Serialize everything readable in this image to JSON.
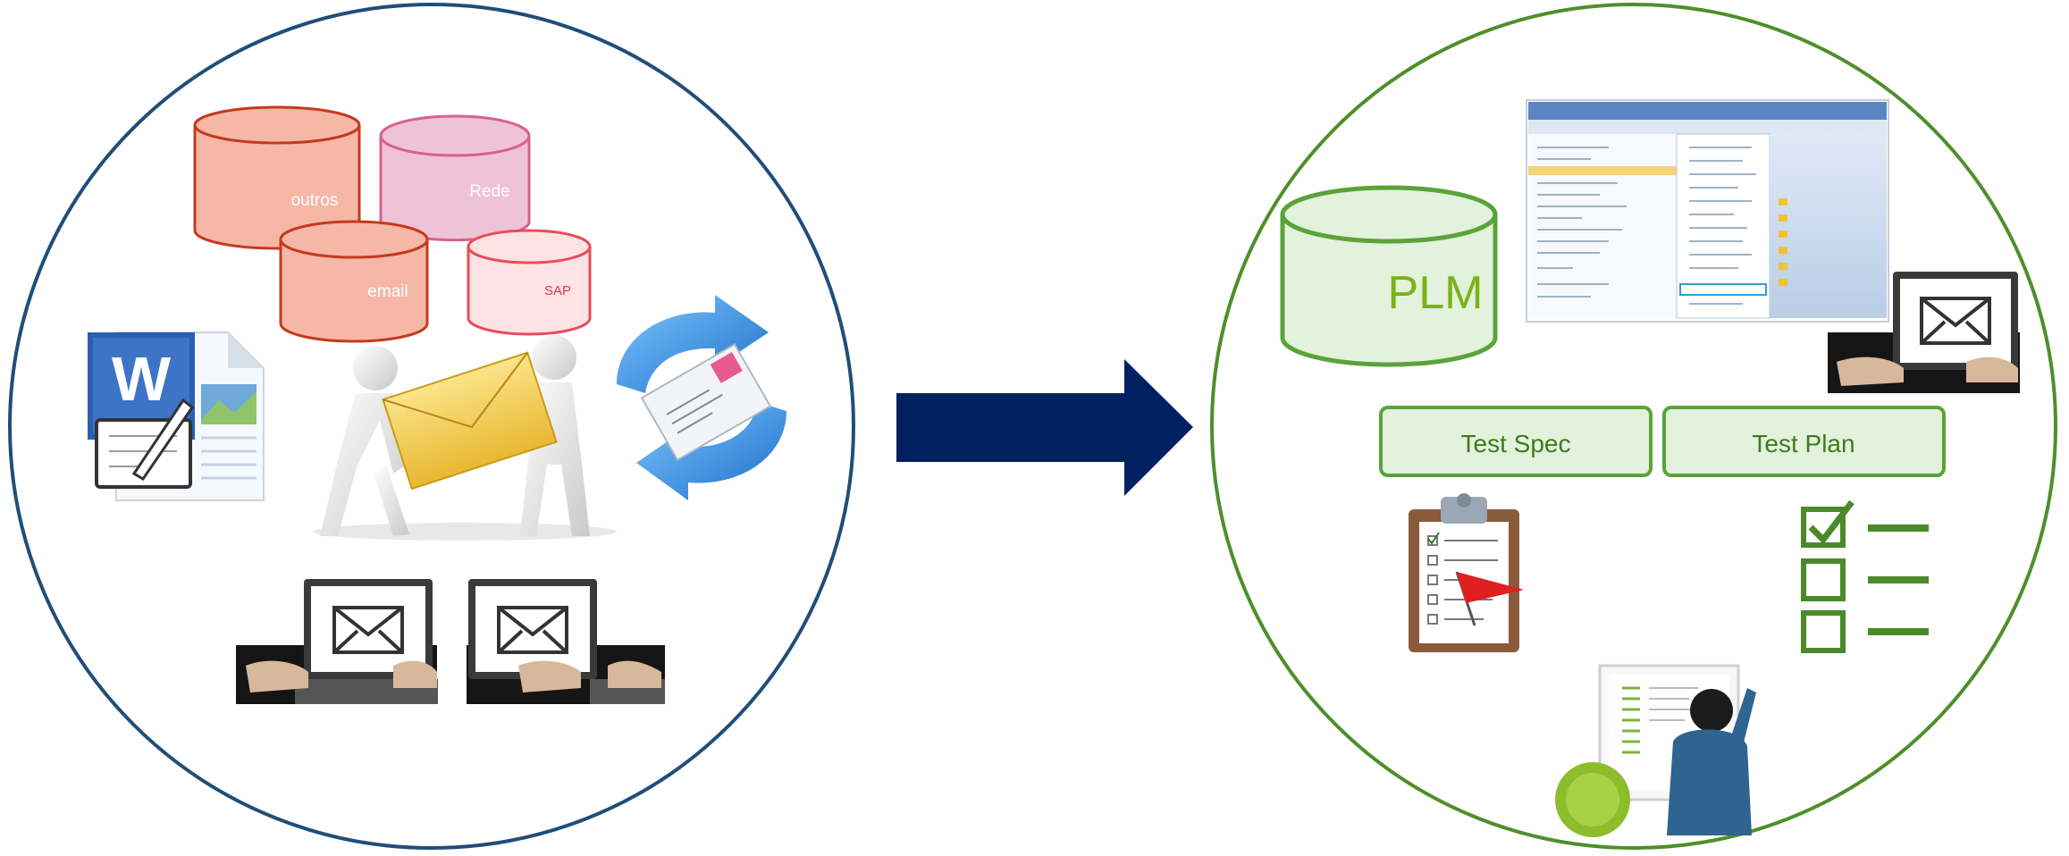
{
  "colors": {
    "left_circle": "#1f4e79",
    "right_circle": "#4e8f2b",
    "arrow": "#002060",
    "db_red_fill": "#f6b7a6",
    "db_red_stroke": "#c43a1f",
    "db_pink_fill": "#efc3d6",
    "db_pink_stroke": "#d9608f",
    "db_sap_fill": "#fde3e3",
    "db_sap_stroke": "#ea4b5b",
    "plm_fill": "#e2f2dc",
    "plm_stroke": "#5aa33a",
    "plm_text": "#7ab317",
    "box_fill": "#e2f2dc",
    "box_stroke": "#5aa33a",
    "box_text": "#3f7a1c"
  },
  "left": {
    "databases": [
      {
        "label": "outros"
      },
      {
        "label": "Rede"
      },
      {
        "label": "email"
      },
      {
        "label": "SAP"
      }
    ],
    "icons": [
      "word-document-icon",
      "people-carrying-envelope-icon",
      "email-refresh-icon",
      "laptop-email-icon",
      "laptop-email-icon"
    ]
  },
  "arrow": {
    "icon": "right-arrow-icon"
  },
  "right": {
    "plm_label": "PLM",
    "boxes": [
      {
        "label": "Test Spec"
      },
      {
        "label": "Test Plan"
      }
    ],
    "icons": [
      "plm-software-screenshot",
      "laptop-email-icon",
      "clipboard-flag-icon",
      "checklist-icon",
      "person-at-whiteboard-icon"
    ]
  }
}
